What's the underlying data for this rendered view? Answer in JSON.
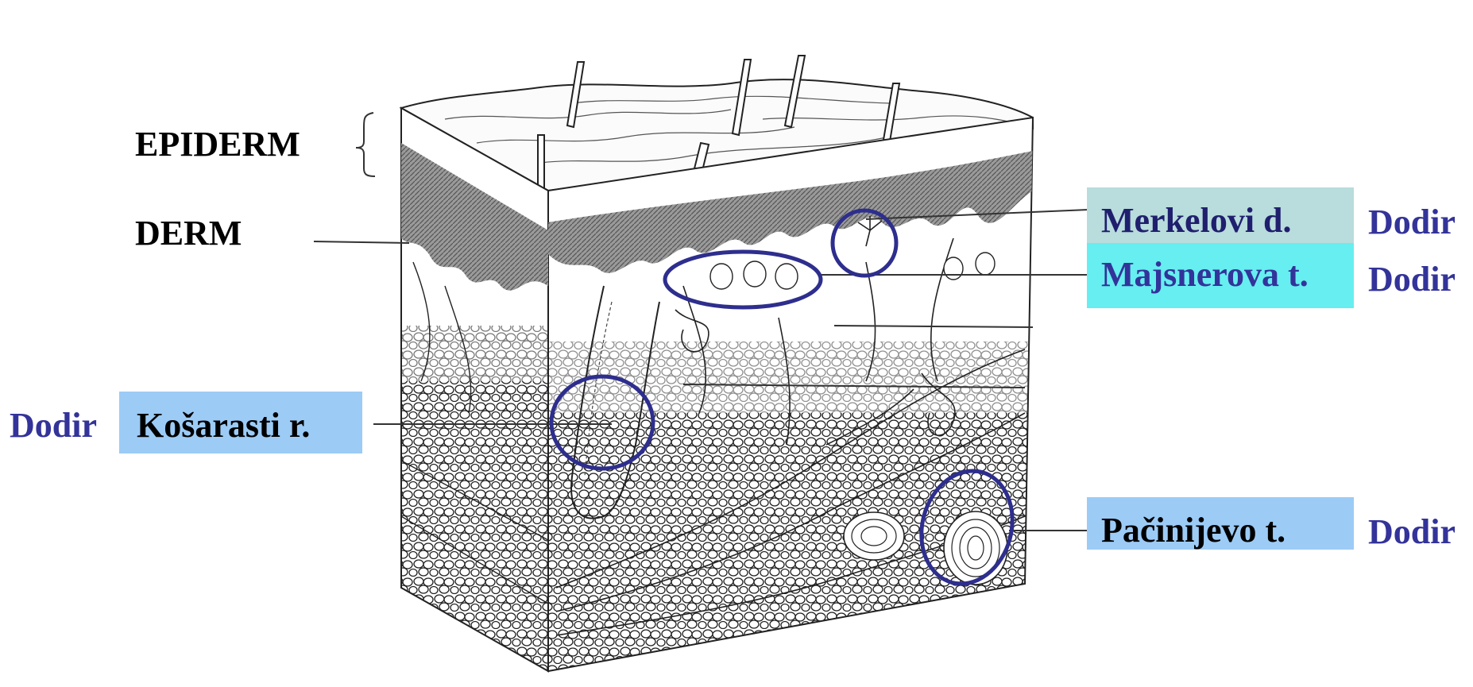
{
  "labels": {
    "epidermis": "EPIDERM",
    "dermis": "DERM",
    "merkel": "Merkelovi d.",
    "meissner": "Majsnerova t.",
    "basket": "Košarasti r.",
    "pacini": "Pačinijevo t."
  },
  "functions": {
    "merkel": "Dodir",
    "meissner": "Dodir",
    "basket": "Dodir",
    "pacini": "Dodir"
  },
  "colors": {
    "label_text": "#000000",
    "function_text": "#33339a",
    "receptor_text": "#1f1f6e",
    "merkel_box": "#b9dcdc",
    "meissner_box": "#66eef0",
    "basket_box": "#9ccbf6",
    "pacini_box": "#9ccbf6",
    "highlight_circle": "#2e2e8e"
  }
}
